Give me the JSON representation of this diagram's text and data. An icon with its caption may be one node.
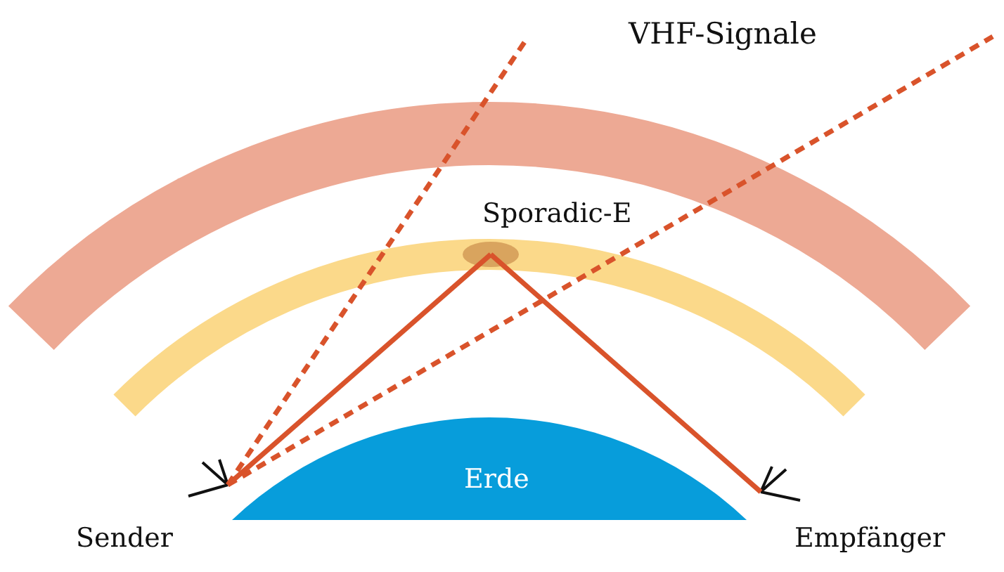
{
  "diagram": {
    "nodes": [
      {
        "text": [
          "Erde"
        ]
      },
      {
        "text": [],
        "shape": "picture",
        "beside": [
          "Sender"
        ]
      },
      {
        "text": [],
        "shape": "ellipse",
        "beside": [
          "Sporadic-E"
        ]
      },
      {
        "text": [],
        "shape": "picture",
        "beside": [
          "Empfänger"
        ]
      }
    ],
    "edges": [
      {
        "from": 1,
        "to": 2,
        "arrow": "none"
      },
      {
        "from": 2,
        "to": 3,
        "arrow": "none"
      },
      {
        "from": 1,
        "to": null,
        "arrow": "none",
        "style": "dashed"
      },
      {
        "from": 1,
        "to": null,
        "arrow": "none",
        "style": "dashed"
      }
    ],
    "labels": [
      "VHF-Signale"
    ]
  }
}
